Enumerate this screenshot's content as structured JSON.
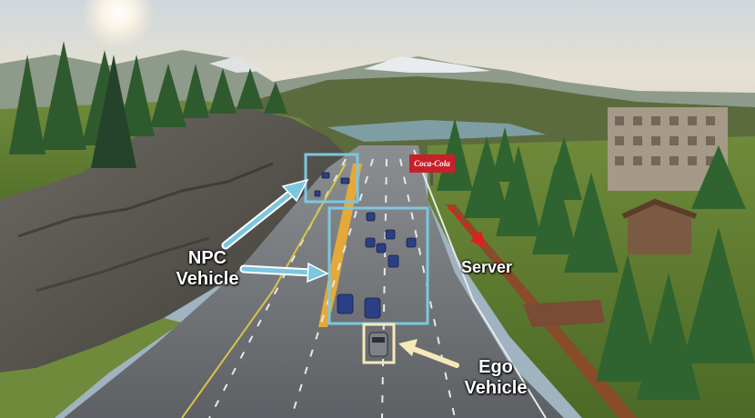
{
  "annotations": {
    "npc_vehicle": {
      "line1": "NPC",
      "line2": "Vehicle",
      "color": "#7cc7e0"
    },
    "ego_vehicle": {
      "line1": "Ego",
      "line2": "Vehicle",
      "color": "#f6e9b8"
    },
    "server": {
      "text": "Server",
      "color": "#e02020"
    }
  },
  "billboard": {
    "text": "Coca-Cola",
    "color": "#c8202a"
  }
}
